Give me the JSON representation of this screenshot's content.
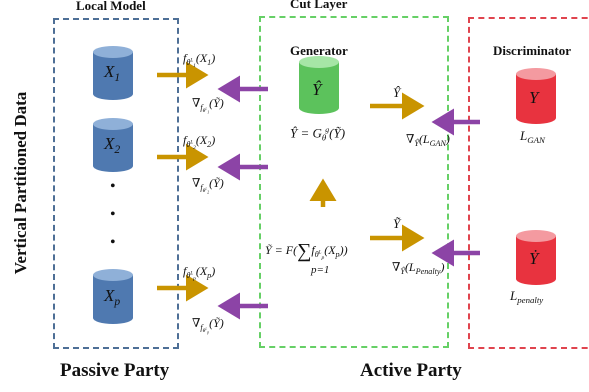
{
  "headings": {
    "local_model": "Local Model",
    "cut_layer": "Cut Layer",
    "vertical_data": "Vertical Partitioned Data",
    "passive_party": "Passive Party",
    "active_party": "Active Party",
    "generator": "Generator",
    "discriminator": "Discriminator"
  },
  "local_nodes": [
    {
      "base": "X",
      "sub": "1"
    },
    {
      "base": "X",
      "sub": "2"
    },
    {
      "base": "X",
      "sub": "p"
    }
  ],
  "ellipsis": "•",
  "generator_node": {
    "label": "Ŷ",
    "eq_lhs": "Ŷ = G",
    "eq_sub": "θ",
    "eq_sup": "g",
    "eq_rhs": "(Ỹ)"
  },
  "disc_nodes": {
    "top": {
      "label": "Y",
      "loss": "L",
      "loss_sub": "GAN"
    },
    "bottom": {
      "label": "Ẏ",
      "loss": "L",
      "loss_sub": "penalty"
    }
  },
  "forward_labels": [
    {
      "f": "f",
      "sub": "θ",
      "subsub": "1",
      "sup": "L",
      "arg": "(X",
      "argsub": "1",
      "close": ")"
    },
    {
      "f": "f",
      "sub": "θ",
      "subsub": "2",
      "sup": "L",
      "arg": "(X",
      "argsub": "2",
      "close": ")"
    },
    {
      "f": "f",
      "sub": "θ",
      "subsub": "p",
      "sup": "L",
      "arg": "(X",
      "argsub": "p",
      "close": ")"
    }
  ],
  "backward_labels": [
    {
      "nabla": "∇",
      "f": "f",
      "sub": "θ",
      "subsub": "1",
      "sup": "L",
      "arg": "(Ỹ)"
    },
    {
      "nabla": "∇",
      "f": "f",
      "sub": "θ",
      "subsub": "2",
      "sup": "L",
      "arg": "(Ỹ)"
    },
    {
      "nabla": "∇",
      "f": "f",
      "sub": "θ",
      "subsub": "p",
      "sup": "L",
      "arg": "(Ỹ)"
    }
  ],
  "aggregation": {
    "lhs": "Ỹ = F(",
    "sum": "∑",
    "sum_lower": "p=1",
    "f": "f",
    "sub": "θ",
    "subsub": "p",
    "sup": "L",
    "arg": "(X",
    "argsub": "p",
    "close": "))"
  },
  "to_disc_labels": {
    "yhat": "Ŷ",
    "ytilde": "Ỹ",
    "grad_gan": {
      "nabla": "∇",
      "sub": "Ŷ",
      "arg": "(L",
      "argsub": "GAN",
      "close": ")"
    },
    "grad_penalty": {
      "nabla": "∇",
      "sub": "Ŷ",
      "arg": "(L",
      "argsub": "Penalty",
      "close": ")"
    }
  },
  "colors": {
    "blue_cyl": "#4f79b0",
    "green_cyl": "#5cc25c",
    "red_cyl": "#e8333f",
    "arrow_gold": "#c99400",
    "arrow_purple": "#8c44a6"
  }
}
